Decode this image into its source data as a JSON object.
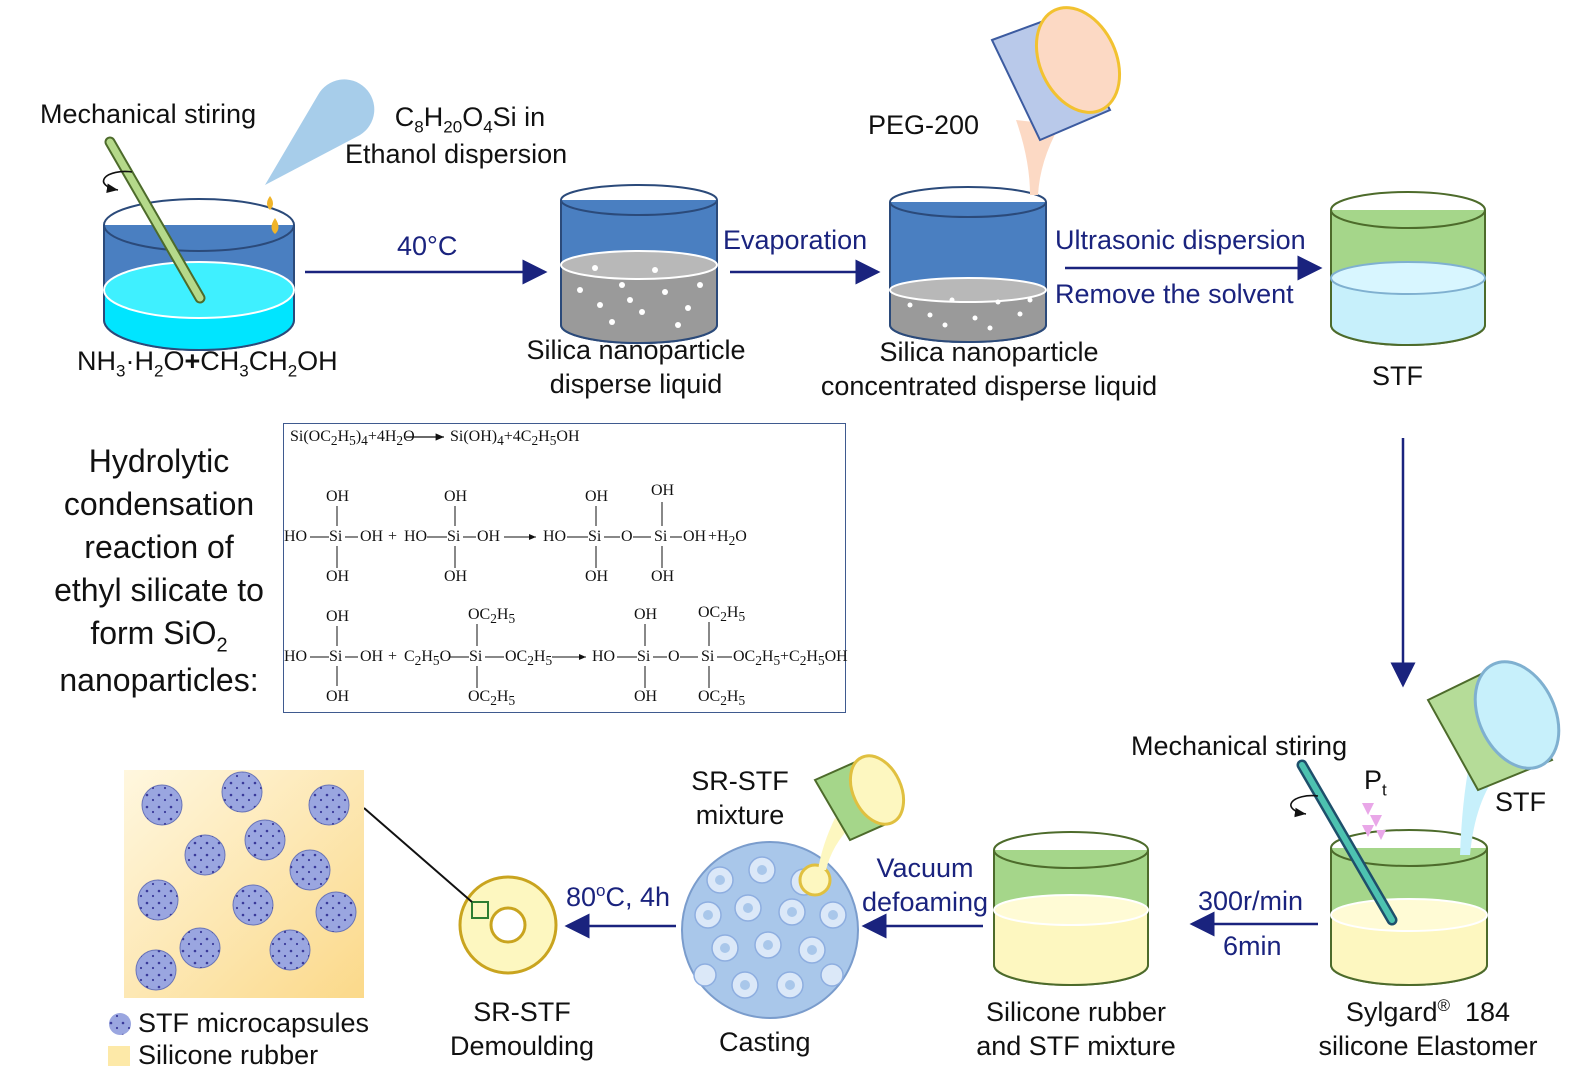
{
  "steps": {
    "stirring_label": "Mechanical stiring",
    "teos_line1": "C8H20O4Si in",
    "teos_line2": "Ethanol dispersion",
    "reagents": "NH3·H2O+CH3CH2OH",
    "temp1": "40°C",
    "silica_line1": "Silica nanoparticle",
    "silica_line2": "disperse liquid",
    "evaporation": "Evaporation",
    "peg": "PEG-200",
    "conc_line1": "Silica nanoparticle",
    "conc_line2": "concentrated disperse liquid",
    "ultrasonic": "Ultrasonic dispersion",
    "remove_solvent": "Remove the solvent",
    "stf": "STF",
    "stirring_label2": "Mechanical stiring",
    "pt": "Pt",
    "stf_pour": "STF",
    "sylgard_line1": "Sylgard® 184",
    "sylgard_line2": "silicone Elastomer",
    "speed": "300r/min",
    "time": "6min",
    "mix_line1": "Silicone rubber",
    "mix_line2": "and STF mixture",
    "vacuum_line1": "Vacuum",
    "vacuum_line2": "defoaming",
    "srstf_mix_line1": "SR-STF",
    "srstf_mix_line2": "mixture",
    "casting": "Casting",
    "cure": "80°C, 4h",
    "demould_line1": "SR-STF",
    "demould_line2": "Demoulding"
  },
  "reaction": {
    "title_lines": [
      "Hydrolytic",
      "condensation",
      "reaction of",
      "ethyl silicate to",
      "form SiO2",
      "nanoparticles:"
    ],
    "eq1_left": "Si(OC2H5)4+4H2O",
    "eq1_right": "Si(OH)4+4C2H5OH",
    "oh": "OH",
    "ho": "HO",
    "si": "Si",
    "o": "O",
    "plus": "+",
    "h2o": "+H2O",
    "oc2h5": "OC2H5",
    "c2h5o": "C2H5O",
    "c2h5oh": "+C2H5OH"
  },
  "legend": {
    "microcapsules": "STF microcapsules",
    "rubber": "Silicone rubber"
  },
  "colors": {
    "arrow": "#1a237e",
    "beaker_blue": "#4a7fc1",
    "cyan_liquid": "#00e5ff",
    "green_beaker": "#a5d68a",
    "light_blue_liquid": "#c7f0fb",
    "yellow_liquid": "#fdf7c0"
  }
}
